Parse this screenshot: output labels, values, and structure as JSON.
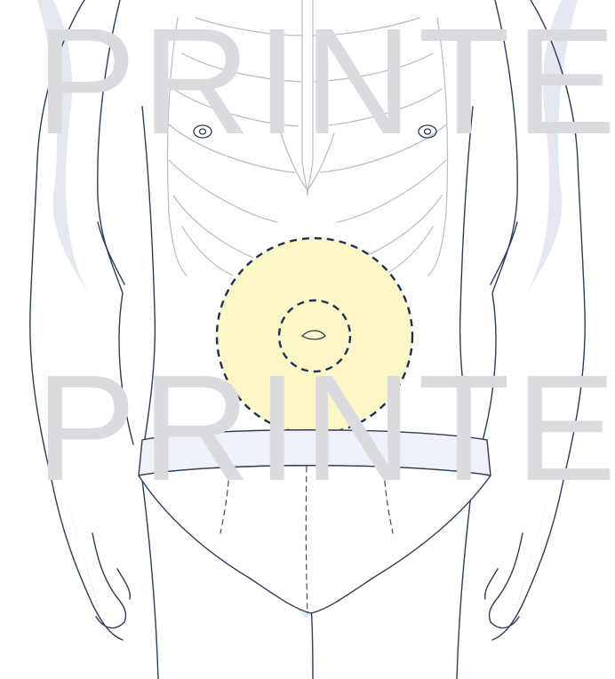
{
  "watermark": {
    "text": "PRINTED",
    "color": "#d9dbdf"
  },
  "illustration": {
    "subject": "front-torso-anatomy",
    "outline_color": "#2e3d57",
    "shadow_color": "#e4e8f1",
    "bone_color": "#b5bcc8"
  },
  "injection_zone": {
    "fill_color": "#fbf6c7",
    "ring_style": "dashed",
    "ring_color": "#1f3153"
  }
}
